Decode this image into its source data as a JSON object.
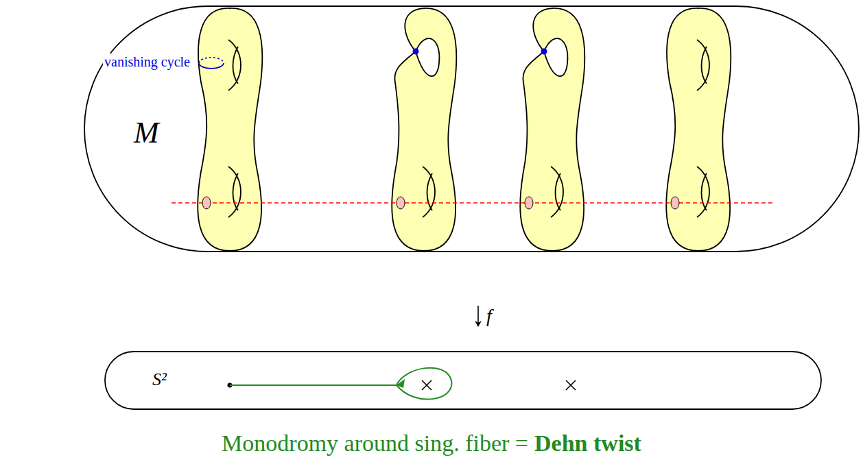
{
  "diagram": {
    "nodes": [
      {
        "text": [
          "M"
        ]
      },
      {
        "text": [
          "S²"
        ]
      }
    ],
    "edges": [
      {
        "from": 0,
        "to": 1,
        "arrow": "to",
        "label": "f"
      }
    ],
    "labels": [
      "vanishing cycle",
      "Monodromy around sing. fiber =",
      "Dehn twist"
    ]
  }
}
